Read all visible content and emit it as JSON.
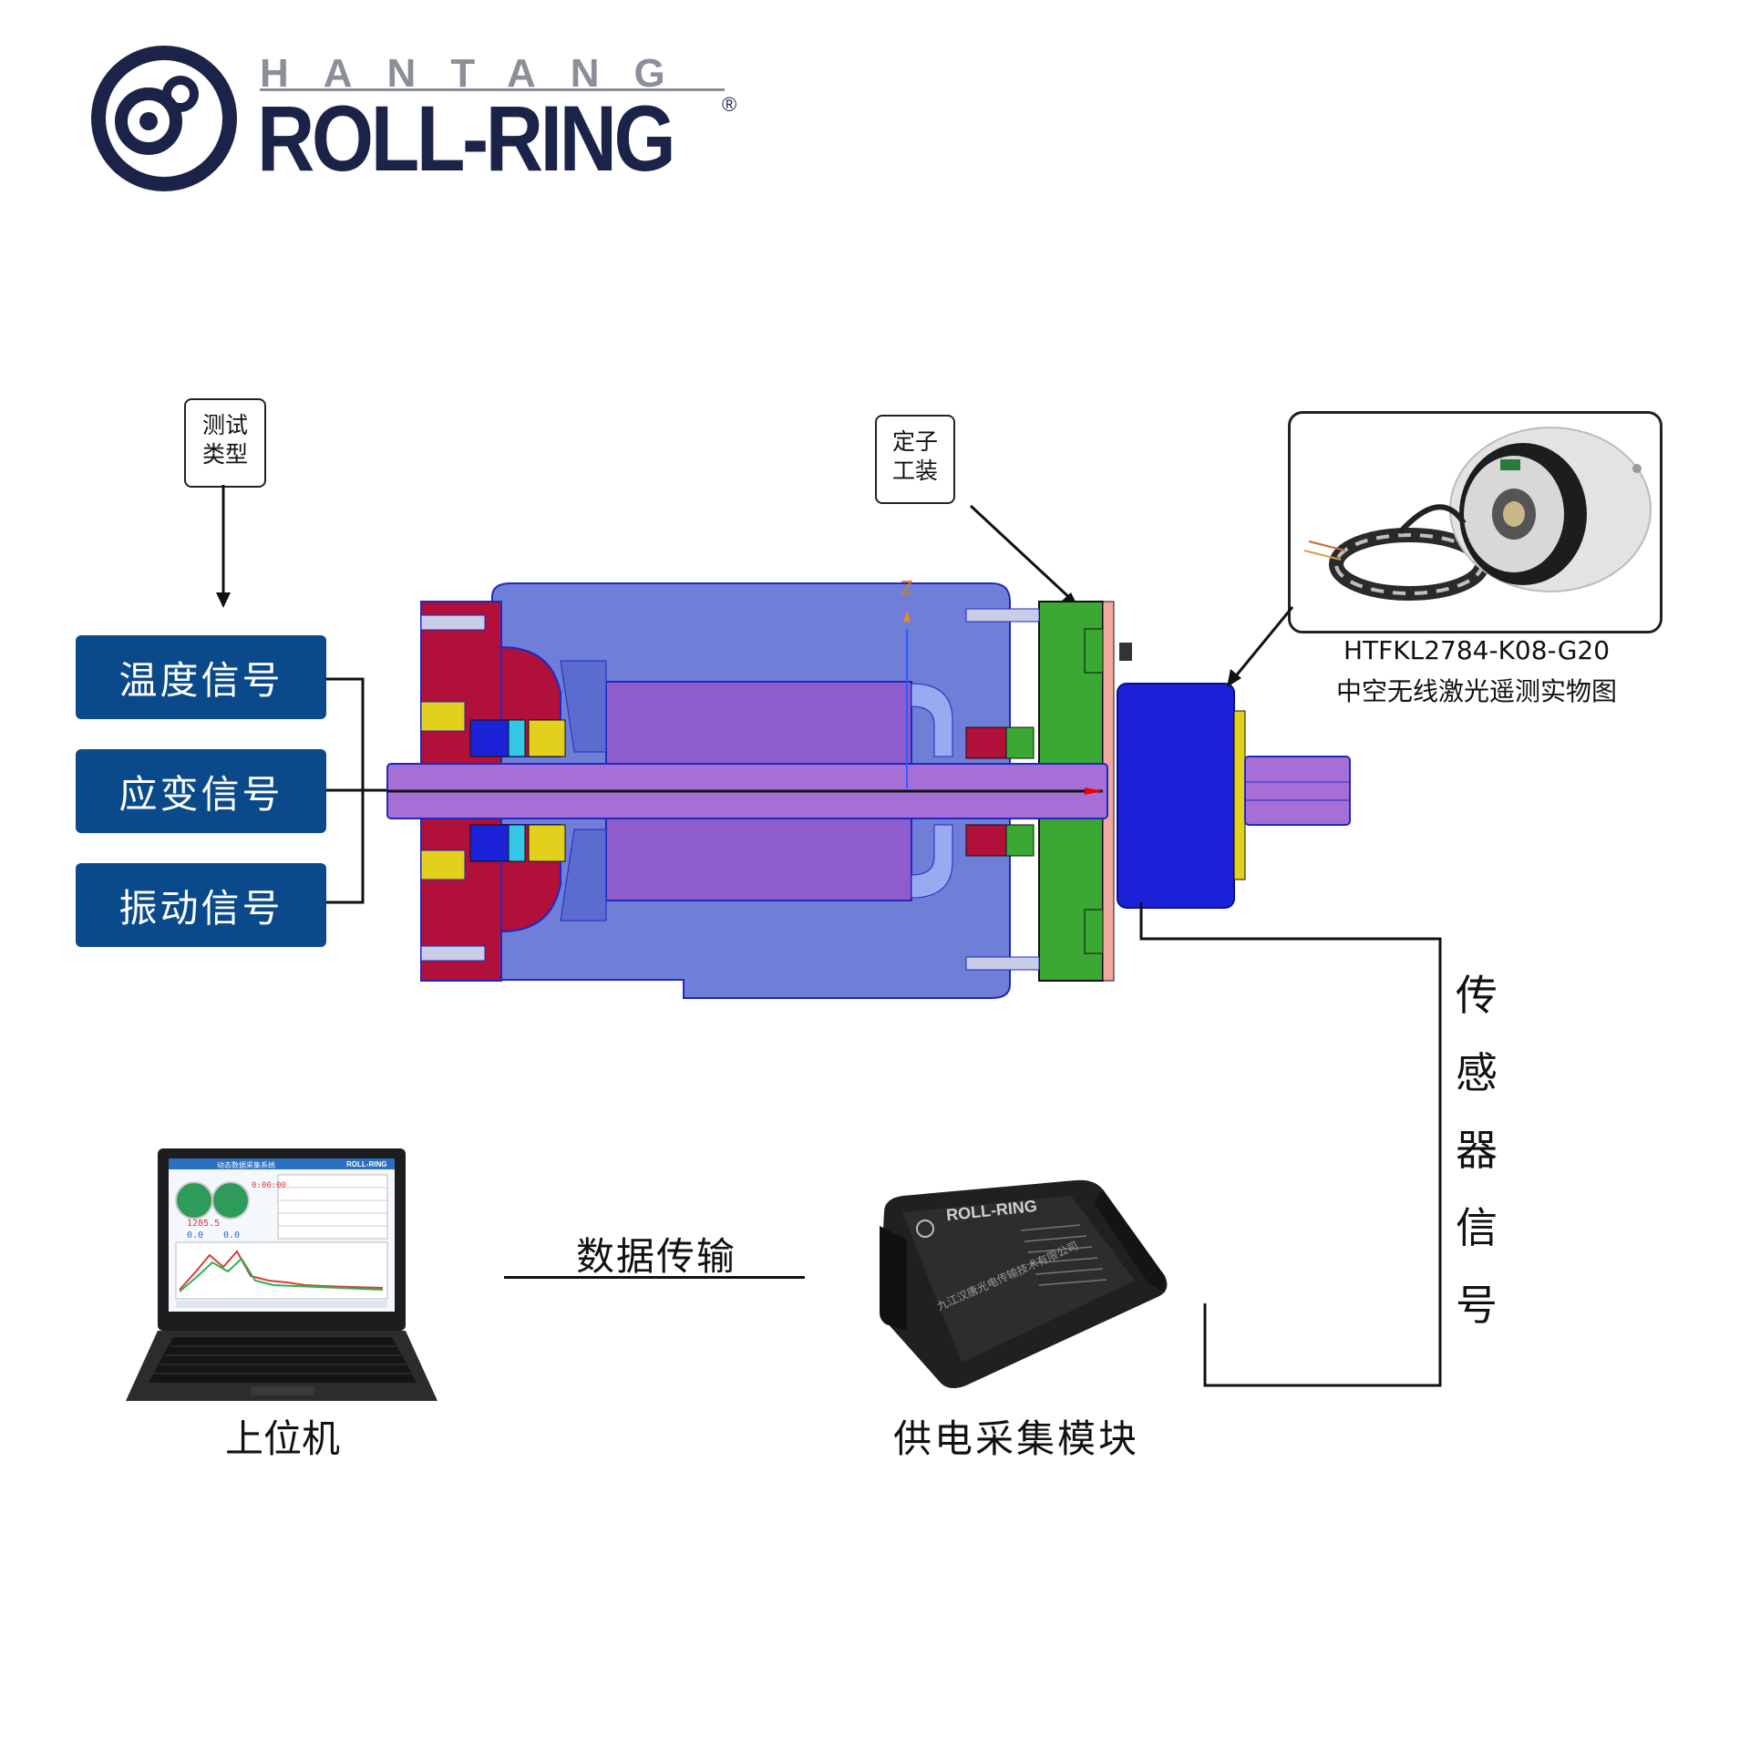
{
  "logo": {
    "subtitle": "HANTANG",
    "title": "ROLL-RING",
    "registered": "®"
  },
  "test_type_box": {
    "line1": "测试",
    "line2": "类型"
  },
  "stator_box": {
    "line1": "定子",
    "line2": "工装"
  },
  "signals": [
    {
      "label": "温度信号"
    },
    {
      "label": "应变信号"
    },
    {
      "label": "振动信号"
    }
  ],
  "product": {
    "model": "HTFKL2784-K08-G20",
    "description": "中空无线激光遥测实物图"
  },
  "axis_label": "Z",
  "sensor_signal": {
    "chars": [
      "传",
      "感",
      "器",
      "信",
      "号"
    ]
  },
  "data_transfer_label": "数据传输",
  "host_label": "上位机",
  "module_label": "供电采集模块",
  "module_brand": "ROLL-RING",
  "module_company": "九江汉唐光电传输技术有限公司",
  "laptop_screen_title": "动态数据采集系统",
  "laptop_screen_brand": "ROLL-RING",
  "laptop_reading_1": "1285.5",
  "laptop_reading_2": "0.0",
  "laptop_reading_3": "0.0",
  "laptop_timer": "0:00:00",
  "colors": {
    "signal_box": "#0b4a8a",
    "housing": "#6f7fd8",
    "shaft": "#8f5ccc",
    "red_part": "#b0103a",
    "green_part": "#3aa832",
    "rotor_blue": "#1b22d8",
    "yellow_part": "#e2d11c",
    "logo_navy": "#1b2448"
  }
}
